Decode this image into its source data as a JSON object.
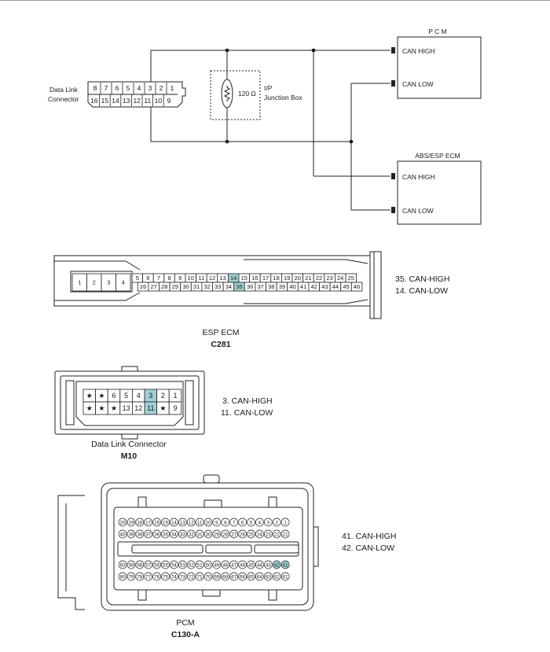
{
  "colors": {
    "line": "#222222",
    "highlight": "#9fcfd4",
    "dashed": "#333333"
  },
  "wiring": {
    "dlc_label": [
      "Data Link",
      "Connector"
    ],
    "dlc_top_pins": [
      "8",
      "7",
      "6",
      "5",
      "4",
      "3",
      "2",
      "1"
    ],
    "dlc_bottom_pins": [
      "16",
      "15",
      "14",
      "13",
      "12",
      "11",
      "10",
      "9"
    ],
    "resistor_value": "120 Ω",
    "junction_box_label": [
      "I/P",
      "Junction Box"
    ],
    "pcm_title": "P C M",
    "abs_title": "ABS/ESP ECM",
    "can_high": "CAN HIGH",
    "can_low": "CAN LOW"
  },
  "esp": {
    "left_pins": [
      "1",
      "2",
      "3",
      "4"
    ],
    "top_pins": [
      "5",
      "6",
      "7",
      "8",
      "9",
      "10",
      "11",
      "12",
      "13",
      "14",
      "15",
      "16",
      "17",
      "18",
      "19",
      "20",
      "21",
      "22",
      "23",
      "24",
      "25"
    ],
    "bottom_pins": [
      "26",
      "27",
      "28",
      "29",
      "30",
      "31",
      "32",
      "33",
      "34",
      "35",
      "36",
      "37",
      "38",
      "39",
      "40",
      "41",
      "42",
      "43",
      "44",
      "45",
      "46"
    ],
    "highlighted": [
      "14",
      "35"
    ],
    "notes": [
      "35. CAN-HIGH",
      "14. CAN-LOW"
    ],
    "name": "ESP ECM",
    "code": "C281"
  },
  "dlc": {
    "top_pins": [
      "★",
      "★",
      "6",
      "5",
      "4",
      "3",
      "2",
      "1"
    ],
    "bottom_pins": [
      "★",
      "★",
      "★",
      "13",
      "12",
      "11",
      "★",
      "9"
    ],
    "highlighted": [
      "3",
      "11"
    ],
    "notes": [
      "3. CAN-HIGH",
      "11. CAN-LOW"
    ],
    "name": "Data Link Connector",
    "code": "M10"
  },
  "pcm": {
    "row1": [
      "20",
      "19",
      "18",
      "17",
      "16",
      "15",
      "14",
      "13",
      "12",
      "11",
      "10",
      "9",
      "8",
      "7",
      "6",
      "5",
      "4",
      "3",
      "2",
      "1"
    ],
    "row2": [
      "40",
      "39",
      "38",
      "37",
      "36",
      "35",
      "34",
      "33",
      "32",
      "31",
      "30",
      "29",
      "28",
      "27",
      "26",
      "25",
      "24",
      "23",
      "22",
      "21"
    ],
    "row3": [
      "60",
      "59",
      "58",
      "57",
      "56",
      "55",
      "54",
      "53",
      "52",
      "51",
      "50",
      "49",
      "48",
      "47",
      "46",
      "45",
      "44",
      "43",
      "42",
      "41"
    ],
    "row4": [
      "80",
      "79",
      "78",
      "77",
      "76",
      "75",
      "74",
      "73",
      "72",
      "71",
      "70",
      "69",
      "68",
      "67",
      "66",
      "65",
      "64",
      "63",
      "62",
      "61"
    ],
    "highlighted": [
      "41",
      "42"
    ],
    "notes": [
      "41. CAN-HIGH",
      "42. CAN-LOW"
    ],
    "name": "PCM",
    "code": "C130-A"
  }
}
